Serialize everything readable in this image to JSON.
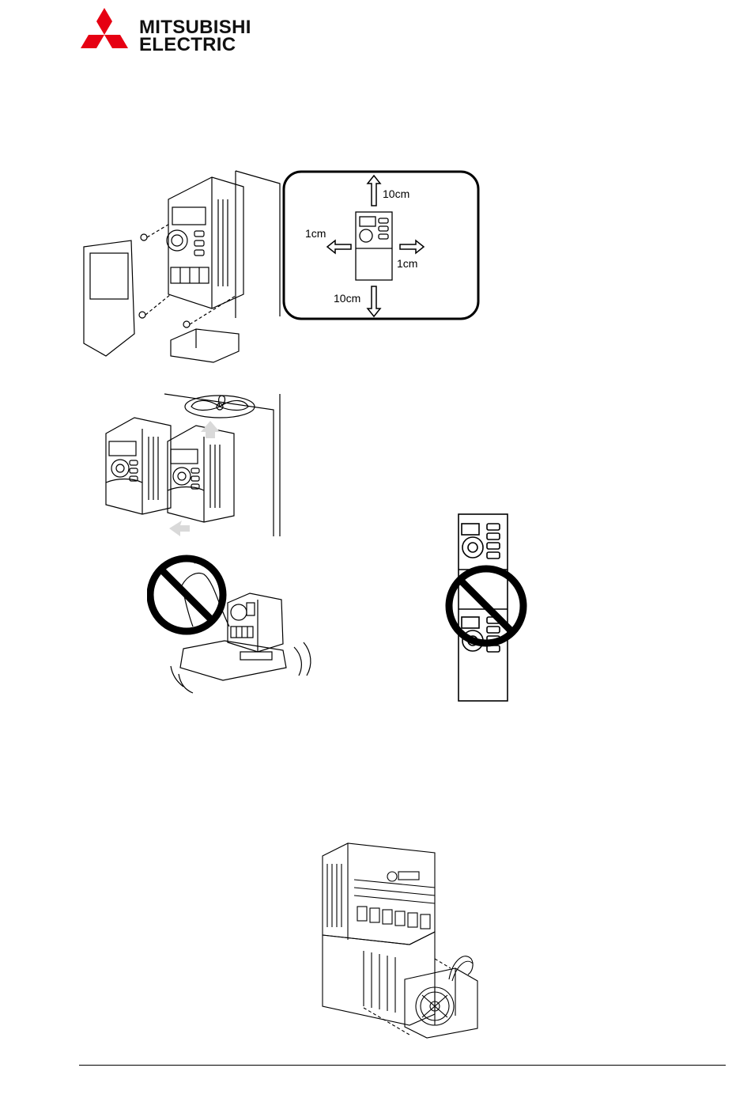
{
  "brand": {
    "line1": "MITSUBISHI",
    "line2": "ELECTRIC",
    "logo_color": "#e60012"
  },
  "clearance": {
    "top": "10cm",
    "bottom": "10cm",
    "left": "1cm",
    "right": "1cm"
  },
  "figures": [
    "installation-exploded-figure",
    "clearance-figure",
    "cooling-fan-figure",
    "no-vibration-figure",
    "no-stacking-figure",
    "fan-replacement-figure"
  ]
}
